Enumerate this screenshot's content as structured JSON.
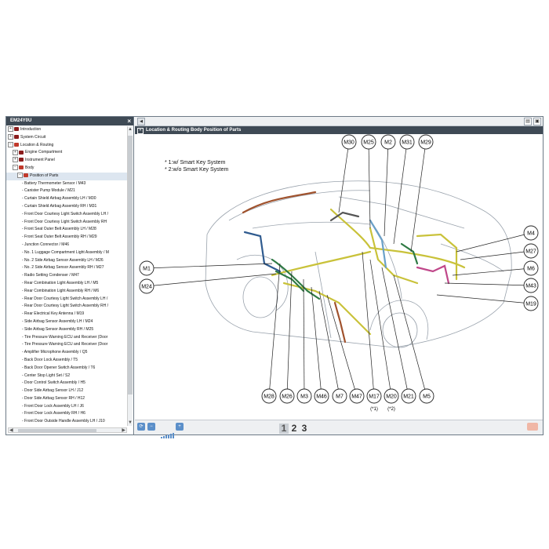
{
  "left_panel": {
    "title": "EM24Y0U",
    "close": "×",
    "tree": [
      {
        "label": "Introduction",
        "level": 0,
        "exp": "+",
        "icon": "book"
      },
      {
        "label": "System Circuit",
        "level": 0,
        "exp": "+",
        "icon": "book"
      },
      {
        "label": "Location & Routing",
        "level": 0,
        "exp": "−",
        "icon": "book-open"
      },
      {
        "label": "Engine Compartment",
        "level": 1,
        "exp": "+",
        "icon": "book"
      },
      {
        "label": "Instrument Panel",
        "level": 1,
        "exp": "+",
        "icon": "book"
      },
      {
        "label": "Body",
        "level": 1,
        "exp": "−",
        "icon": "book-open"
      },
      {
        "label": "Position of Parts",
        "level": 2,
        "exp": "−",
        "icon": "book-open",
        "selected": true
      },
      {
        "label": "- Battery Thermometer Sensor / M43",
        "level": 3
      },
      {
        "label": "- Canister Pump Module / M21",
        "level": 3
      },
      {
        "label": "- Curtain Shield Airbag Assembly LH / M30",
        "level": 3
      },
      {
        "label": "- Curtain Shield Airbag Assembly RH / M31",
        "level": 3
      },
      {
        "label": "- Front Door Courtesy Light Switch Assembly LH /",
        "level": 3
      },
      {
        "label": "- Front Door Courtesy Light Switch Assembly RH",
        "level": 3
      },
      {
        "label": "- Front Seat Outer Belt Assembly LH / M28",
        "level": 3
      },
      {
        "label": "- Front Seat Outer Belt Assembly RH / M29",
        "level": 3
      },
      {
        "label": "- Junction Connector / M46",
        "level": 3
      },
      {
        "label": "- No. 1 Luggage Compartment Light Assembly / M",
        "level": 3
      },
      {
        "label": "- No. 2 Side Airbag Sensor Assembly LH / M26",
        "level": 3
      },
      {
        "label": "- No. 2 Side Airbag Sensor Assembly RH / M27",
        "level": 3
      },
      {
        "label": "- Radio Setting Condenser / M47",
        "level": 3
      },
      {
        "label": "- Rear Combination Light Assembly LH / M5",
        "level": 3
      },
      {
        "label": "- Rear Combination Light Assembly RH / M6",
        "level": 3
      },
      {
        "label": "- Rear Door Courtesy Light Switch Assembly LH /",
        "level": 3
      },
      {
        "label": "- Rear Door Courtesy Light Switch Assembly RH /",
        "level": 3
      },
      {
        "label": "- Rear Electrical Key Antenna / M19",
        "level": 3
      },
      {
        "label": "- Side Airbag Sensor Assembly LH / M24",
        "level": 3
      },
      {
        "label": "- Side Airbag Sensor Assembly RH / M25",
        "level": 3
      },
      {
        "label": "- Tire Pressure Warning ECU and Receiver (Door",
        "level": 3
      },
      {
        "label": "- Tire Pressure Warning ECU and Receiver (Door",
        "level": 3
      },
      {
        "label": "- Amplifier Microphone Assembly / Q5",
        "level": 3
      },
      {
        "label": "- Back Door Lock Assembly / T5",
        "level": 3
      },
      {
        "label": "- Back Door Opener Switch Assembly / T6",
        "level": 3
      },
      {
        "label": "- Center Stop Light Set / S2",
        "level": 3
      },
      {
        "label": "- Door Control Switch Assembly / H5",
        "level": 3
      },
      {
        "label": "- Door Side Airbag Sensor LH / J12",
        "level": 3
      },
      {
        "label": "- Door Side Airbag Sensor RH / H12",
        "level": 3
      },
      {
        "label": "- Front Door Lock Assembly LH / J6",
        "level": 3
      },
      {
        "label": "- Front Door Lock Assembly RH / H6",
        "level": 3
      },
      {
        "label": "- Front Door Outside Handle Assembly LH / J10",
        "level": 3
      }
    ]
  },
  "right_panel": {
    "title": "Location & Routing  Body  Position of Parts",
    "title_plus": "+",
    "notes": [
      "* 1:w/ Smart Key System",
      "* 2:w/o Smart Key System"
    ],
    "top_labels": [
      "M30",
      "M25",
      "M2",
      "M31",
      "M29"
    ],
    "right_labels": [
      "M4",
      "M27",
      "M6",
      "M43",
      "M19"
    ],
    "left_labels": [
      "M1",
      "M24"
    ],
    "bottom_labels": [
      "M28",
      "M26",
      "M3",
      "M46",
      "M7",
      "M47",
      "M17",
      "M20",
      "M21",
      "M5"
    ],
    "sub_notes": {
      "M17": "(*1)",
      "M20": "(*2)"
    },
    "pages": [
      "1",
      "2",
      "3"
    ],
    "current_page": "1"
  },
  "colors": {
    "header_bg": "#3f4a55",
    "harness_yellow": "#c9c23a",
    "harness_green": "#2f7a44",
    "harness_blue": "#2f5b8f",
    "harness_pink": "#c0478a",
    "harness_brown": "#a0522d"
  }
}
